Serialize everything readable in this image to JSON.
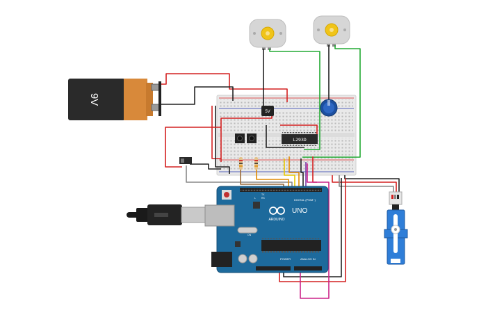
{
  "battery": {
    "label": "9V"
  },
  "regulator": {
    "label": "5V"
  },
  "motor_driver": {
    "label": "L293D"
  },
  "arduino": {
    "brand": "ARDUINO",
    "model": "UNO",
    "digital_header": "DIGITAL (PWM~)",
    "power_header": "POWER",
    "analog_header": "ANALOG IN",
    "tx_label": "TX",
    "rx_label": "RX",
    "l_label": "L",
    "on_label": "ON"
  },
  "colors": {
    "wire_red": "#d42020",
    "wire_black": "#222222",
    "wire_green": "#22aa33",
    "wire_magenta": "#cc2288",
    "wire_orange": "#e08a00",
    "wire_yellow": "#e8c800",
    "wire_purple": "#7a3ea8",
    "wire_gray": "#888888",
    "wire_brown": "#9a6a3a",
    "arduino_blue": "#1d6a9c",
    "servo_blue": "#2f7ed8",
    "breadboard": "#ececec",
    "pot_blue": "#1c4fa0",
    "battery_orange": "#d8893a",
    "battery_black": "#2a2a2a"
  }
}
